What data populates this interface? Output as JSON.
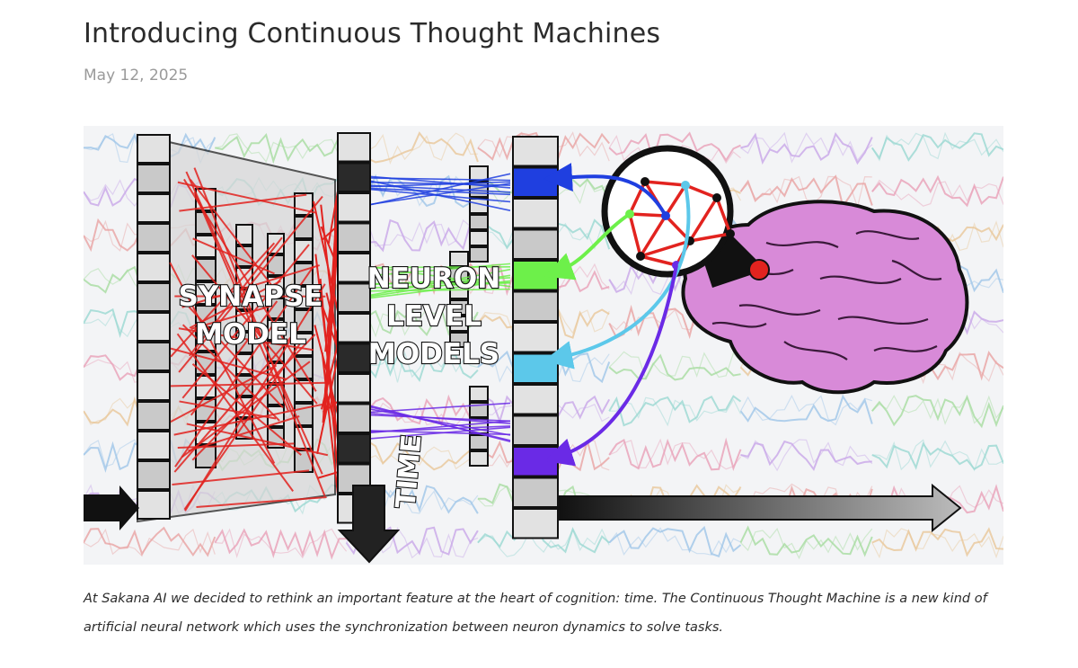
{
  "article": {
    "title": "Introducing Continuous Thought Machines",
    "date": "May 12, 2025",
    "caption": "At Sakana AI we decided to rethink an important feature at the heart of cognition: time. The Continuous Thought Machine is a new kind of artificial neural network which uses the synchronization between neuron dynamics to solve tasks."
  },
  "figure": {
    "labels": {
      "synapse_line1": "SYNAPSE",
      "synapse_line2": "MODEL",
      "neuron_line1": "NEURON",
      "neuron_line2": "LEVEL",
      "neuron_line3": "MODELS",
      "time": "TIME"
    },
    "colors": {
      "dark_blue": "#1f3fe0",
      "green": "#6df04a",
      "light_blue": "#5cc8ea",
      "violet": "#6a2ae6",
      "red": "#e2231f",
      "brain_pink": "#d88ad8"
    },
    "icons": [
      "brain-icon",
      "neuron-network-icon",
      "time-arrow-icon"
    ]
  }
}
